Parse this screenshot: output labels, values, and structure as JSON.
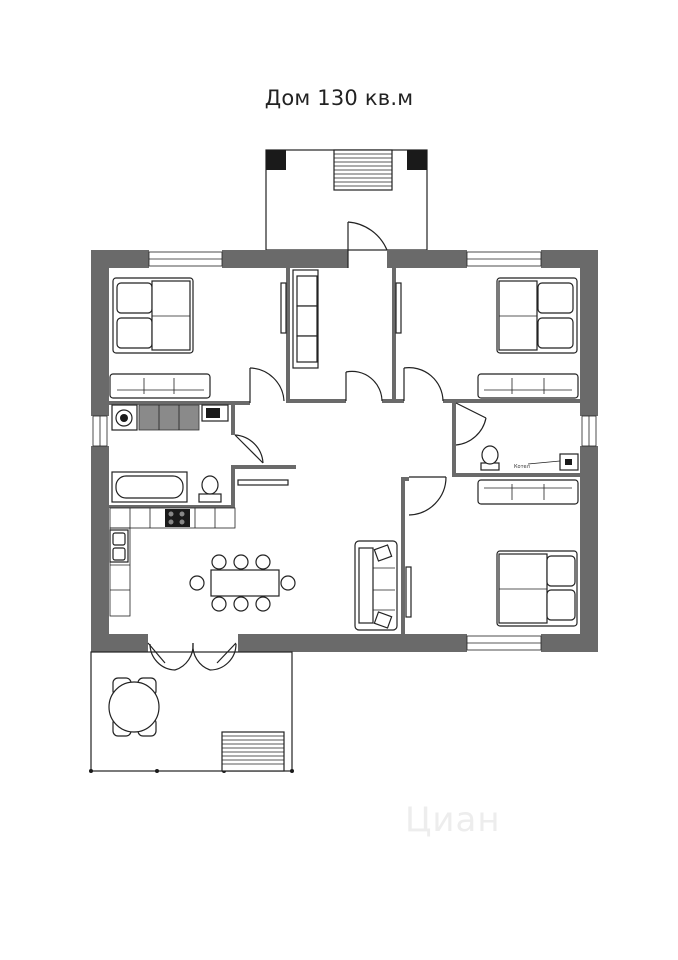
{
  "title": "Дом 130 кв.м",
  "boiler_label": "Котел",
  "watermark": "Циан",
  "colors": {
    "wall": "#6a6a6a",
    "line": "#222222",
    "furniture_dark": "#1a1a1a"
  }
}
